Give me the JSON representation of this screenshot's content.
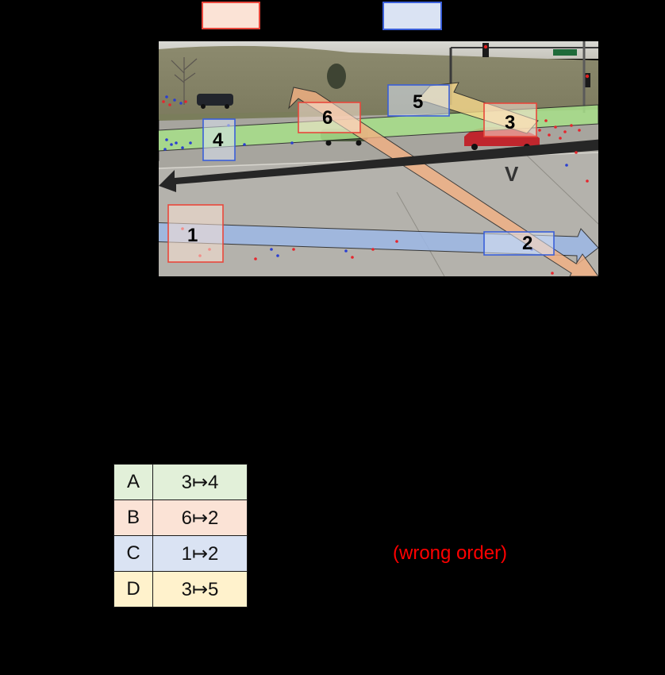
{
  "colors": {
    "entry_zone_fill": "#fbe3d6",
    "entry_zone_border": "#e8473b",
    "exit_zone_fill": "#dae3f3",
    "exit_zone_border": "#3a5fd9",
    "route_A": "#a8e08a",
    "route_B": "#f4b183",
    "route_C": "#9db8e6",
    "route_D": "#f7d98c",
    "direction_arrow": "#262626",
    "wrong_order": "#ff0000"
  },
  "scene": {
    "zones": [
      {
        "id": "1",
        "label": "1",
        "kind": "entry"
      },
      {
        "id": "2",
        "label": "2",
        "kind": "exit"
      },
      {
        "id": "3",
        "label": "3",
        "kind": "entry"
      },
      {
        "id": "4",
        "label": "4",
        "kind": "exit"
      },
      {
        "id": "5",
        "label": "5",
        "kind": "exit"
      },
      {
        "id": "6",
        "label": "6",
        "kind": "entry"
      }
    ],
    "direction_label": "V"
  },
  "table": {
    "rows": [
      {
        "label": "A",
        "transition": "3↦4",
        "color": "#e2f0d9"
      },
      {
        "label": "B",
        "transition": "6↦2",
        "color": "#fbe3d6"
      },
      {
        "label": "C",
        "transition": "1↦2",
        "color": "#dae3f3"
      },
      {
        "label": "D",
        "transition": "3↦5",
        "color": "#fff2cc"
      }
    ]
  },
  "note": "(wrong order)"
}
